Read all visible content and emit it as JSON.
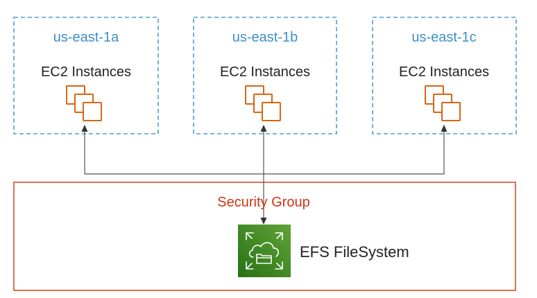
{
  "availability_zones": [
    {
      "name": "us-east-1a",
      "instances_label": "EC2 Instances",
      "icon": "ec2-instances-icon"
    },
    {
      "name": "us-east-1b",
      "instances_label": "EC2 Instances",
      "icon": "ec2-instances-icon"
    },
    {
      "name": "us-east-1c",
      "instances_label": "EC2 Instances",
      "icon": "ec2-instances-icon"
    }
  ],
  "security_group": {
    "label": "Security Group"
  },
  "efs": {
    "label": "EFS FileSystem",
    "icon": "efs-filesystem-icon"
  },
  "colors": {
    "az_border": "#4a9fd1",
    "az_text": "#3d8fc8",
    "ec2_orange": "#d86613",
    "security_group_red": "#d13212",
    "efs_green_top": "#60a337",
    "efs_green_bottom": "#277116",
    "connector": "#555555"
  }
}
